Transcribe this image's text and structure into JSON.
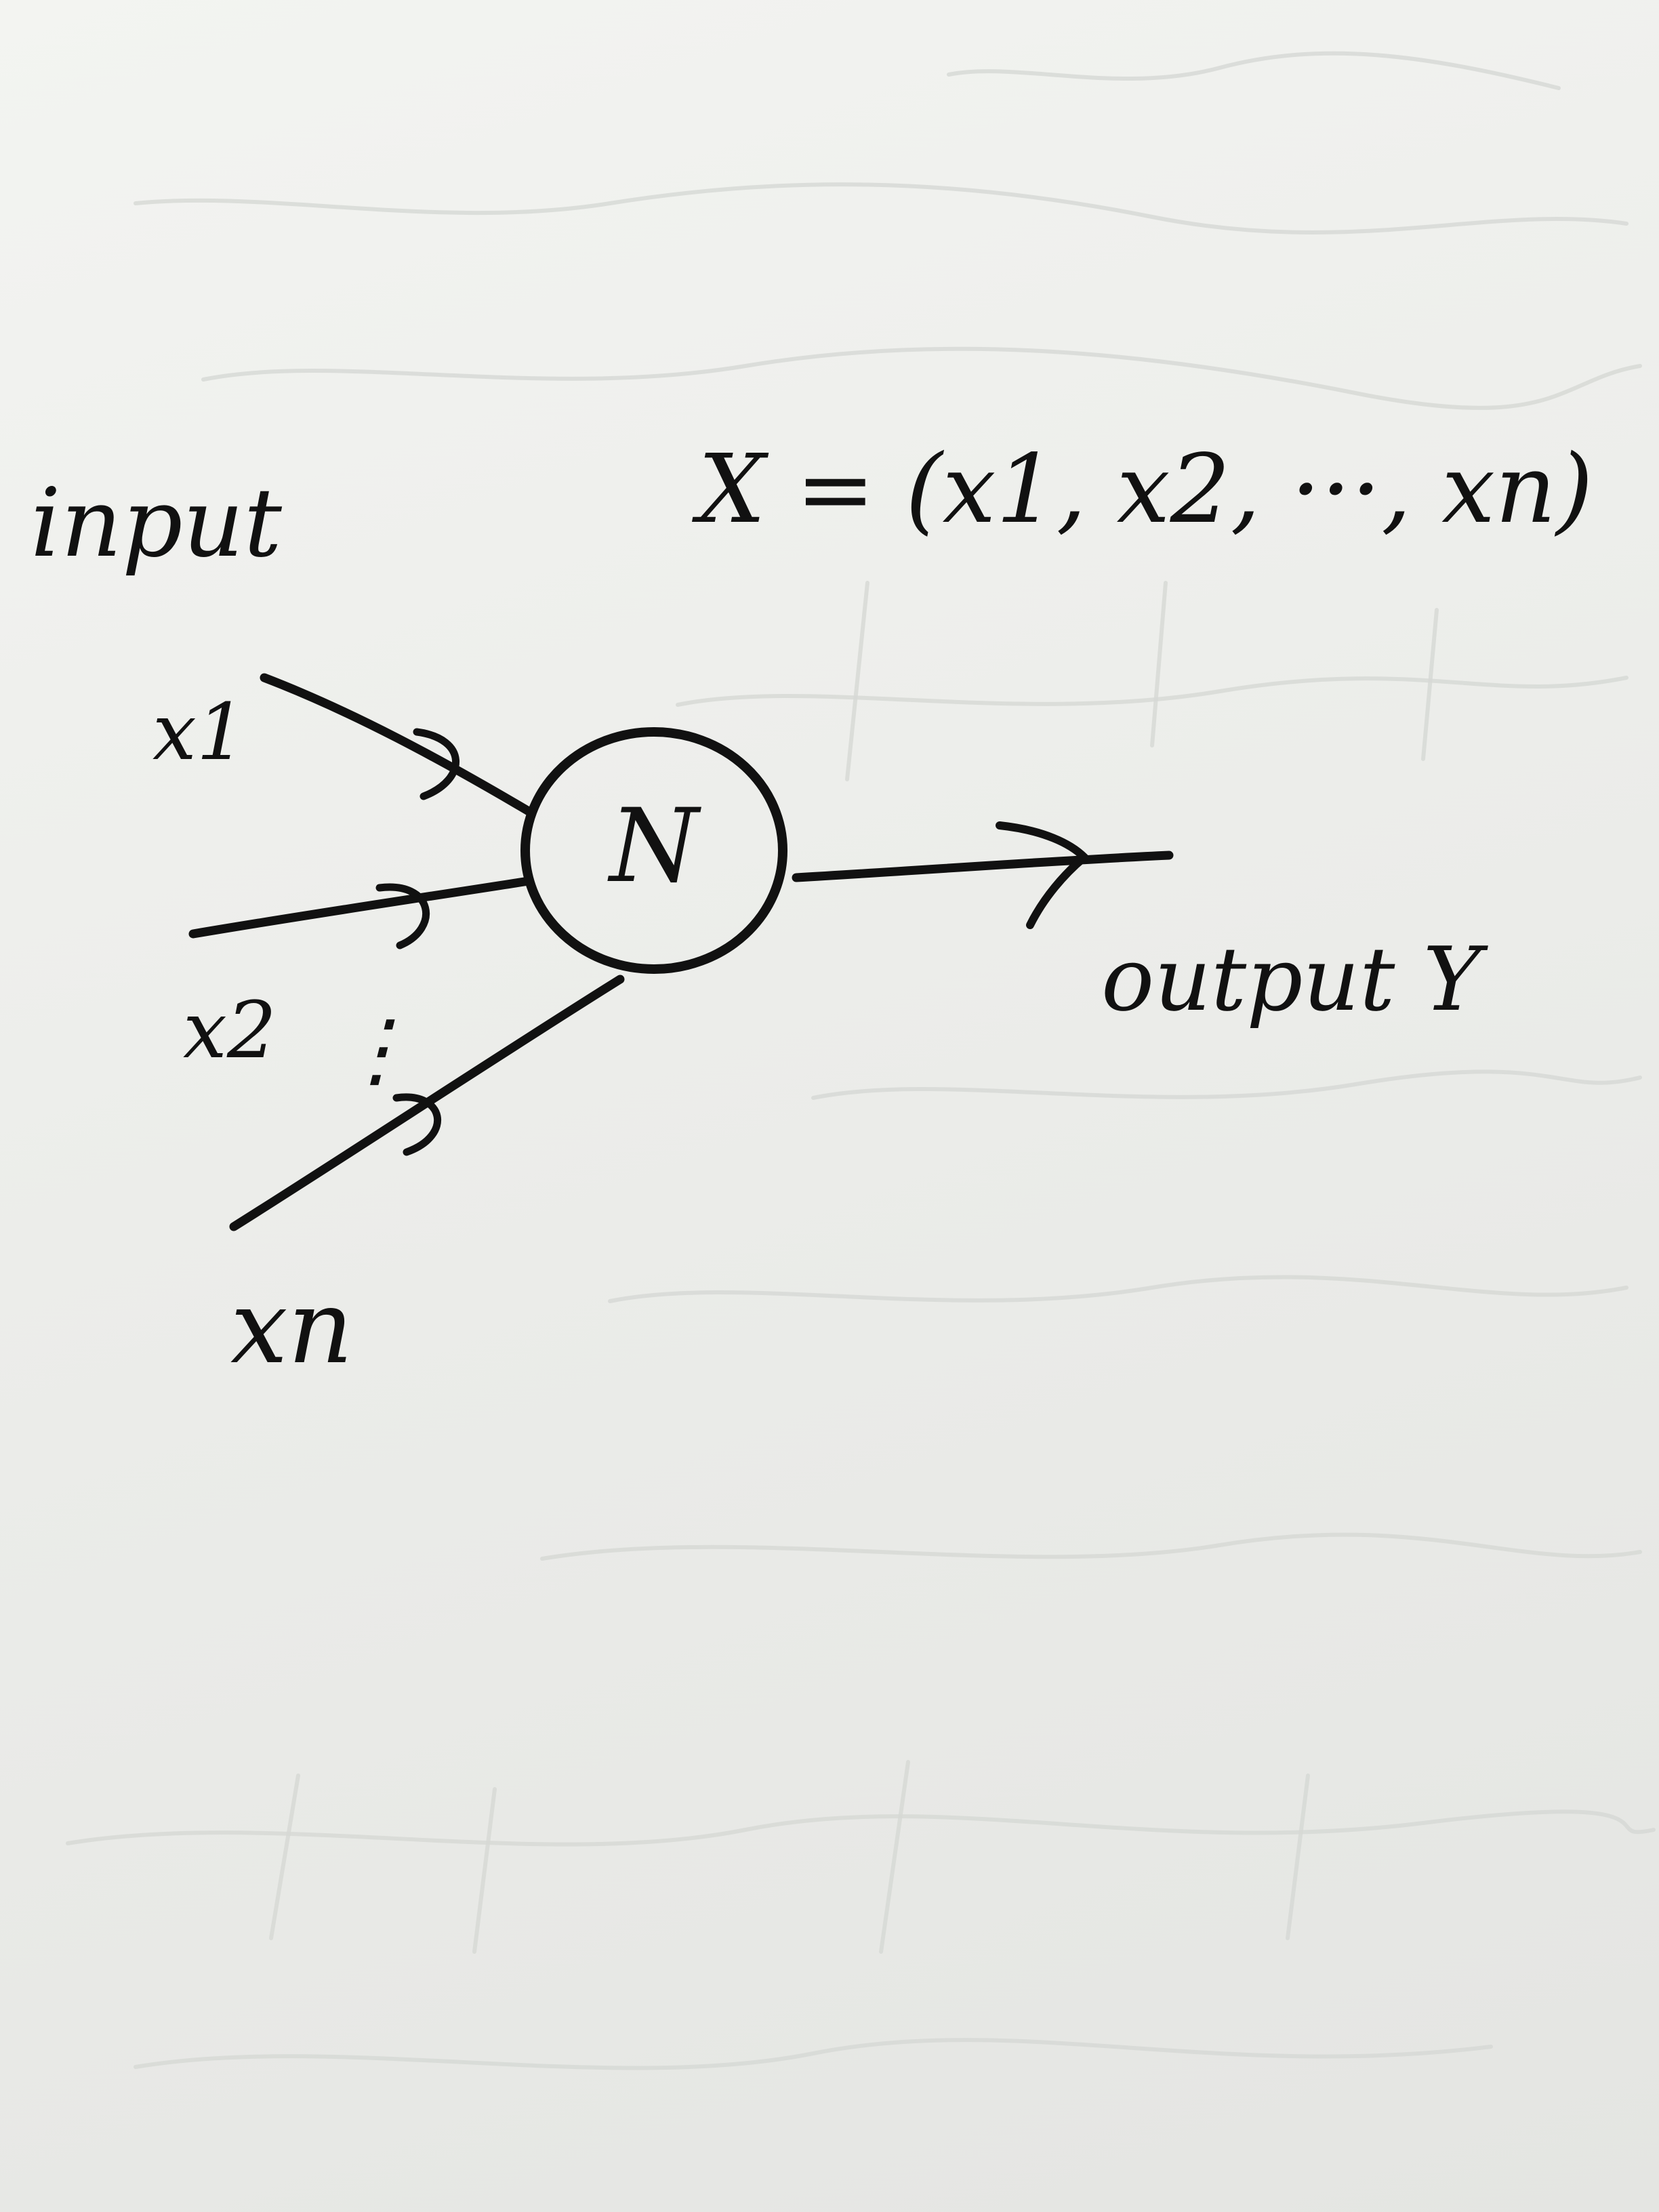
{
  "diagram": {
    "input_label": "input",
    "vector_definition": "X = (x1, x2, ···, xn)",
    "inputs": [
      {
        "label": "x1"
      },
      {
        "label": "x2"
      },
      {
        "label": "xn"
      }
    ],
    "ellipsis": "⋮",
    "neuron_label": "N",
    "output_label": "output Y"
  },
  "colors": {
    "ink": "#111111",
    "paper": "#eceeeb",
    "bleed_through": "#d6d8d5"
  }
}
